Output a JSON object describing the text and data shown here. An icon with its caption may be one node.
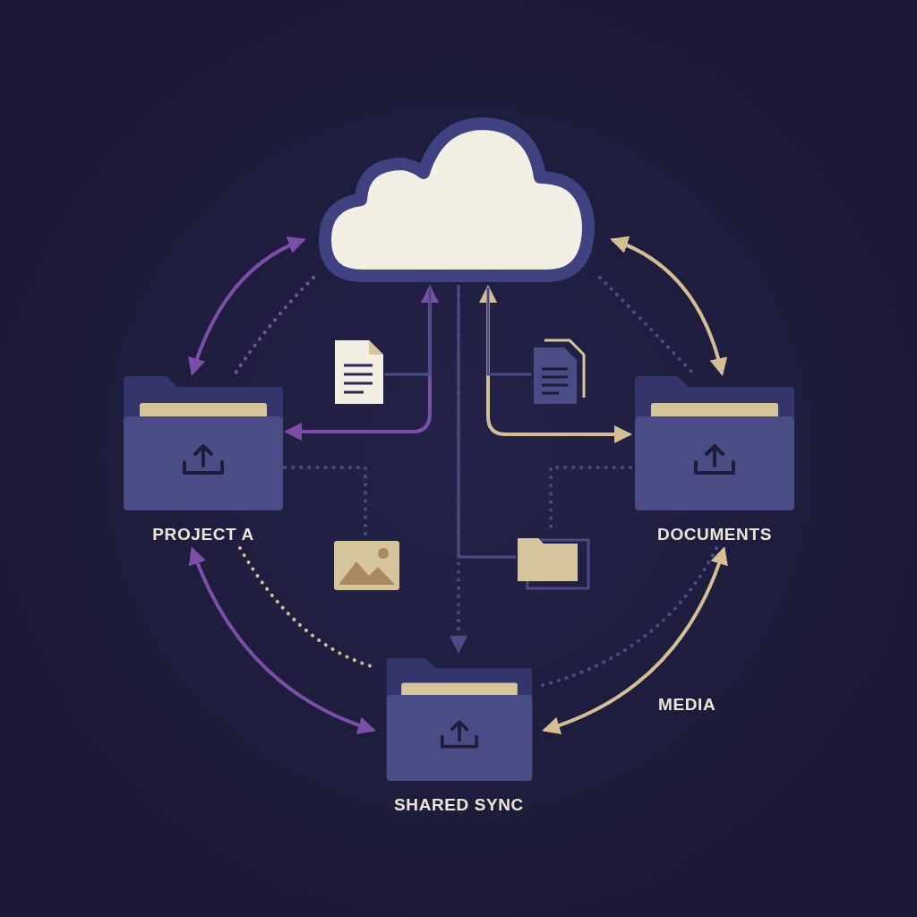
{
  "diagram": {
    "nodes": [
      {
        "text": [],
        "shape": "cloud"
      },
      {
        "text": [
          "PROJECT A"
        ]
      },
      {
        "text": [
          "DOCUMENTS"
        ]
      },
      {
        "text": [
          "SHARED SYNC"
        ]
      },
      {
        "text": [],
        "shape": "picture"
      },
      {
        "text": [],
        "shape": "picture"
      },
      {
        "text": [],
        "shape": "picture"
      },
      {
        "text": [],
        "shape": "picture"
      }
    ],
    "edges": [
      {
        "from": 0,
        "to": 1,
        "arrow": "both",
        "color": "#7b4fa8"
      },
      {
        "from": 0,
        "to": 2,
        "arrow": "both",
        "color": "#d4bf94"
      },
      {
        "from": 1,
        "to": 3,
        "arrow": "both",
        "color": "#7b4fa8"
      },
      {
        "from": 2,
        "to": 3,
        "arrow": "both",
        "color": "#d4bf94"
      },
      {
        "from": 1,
        "to": 0,
        "arrow": "both",
        "color": "#7b4fa8"
      },
      {
        "from": 0,
        "to": 2,
        "arrow": "both",
        "color": "#d4bf94"
      },
      {
        "from": 0,
        "to": 3,
        "arrow": "to",
        "style": "dashed",
        "color": "#4a4c85"
      },
      {
        "from": 0,
        "to": 1,
        "arrow": "none",
        "style": "dashed",
        "color": "#7b4fa8"
      },
      {
        "from": 0,
        "to": 2,
        "arrow": "none",
        "style": "dashed",
        "color": "#4a4c85"
      },
      {
        "from": 1,
        "to": 3,
        "arrow": "none",
        "style": "dashed",
        "color": "#d4bf94"
      },
      {
        "from": 2,
        "to": 3,
        "arrow": "none",
        "style": "dashed",
        "color": "#4a4c85"
      },
      {
        "from": 1,
        "to": 6,
        "arrow": "none",
        "style": "dashed",
        "color": "#4a4c85"
      },
      {
        "from": 2,
        "to": 7,
        "arrow": "none",
        "style": "dashed",
        "color": "#4a4c85"
      },
      {
        "from": 4,
        "to": 0,
        "arrow": "none",
        "color": "#4a4c85"
      },
      {
        "from": 5,
        "to": 0,
        "arrow": "none",
        "color": "#4a4c85"
      },
      {
        "from": 7,
        "to": 0,
        "arrow": "none",
        "color": "#4a4c85"
      }
    ],
    "labels": [
      "MEDIA"
    ]
  }
}
